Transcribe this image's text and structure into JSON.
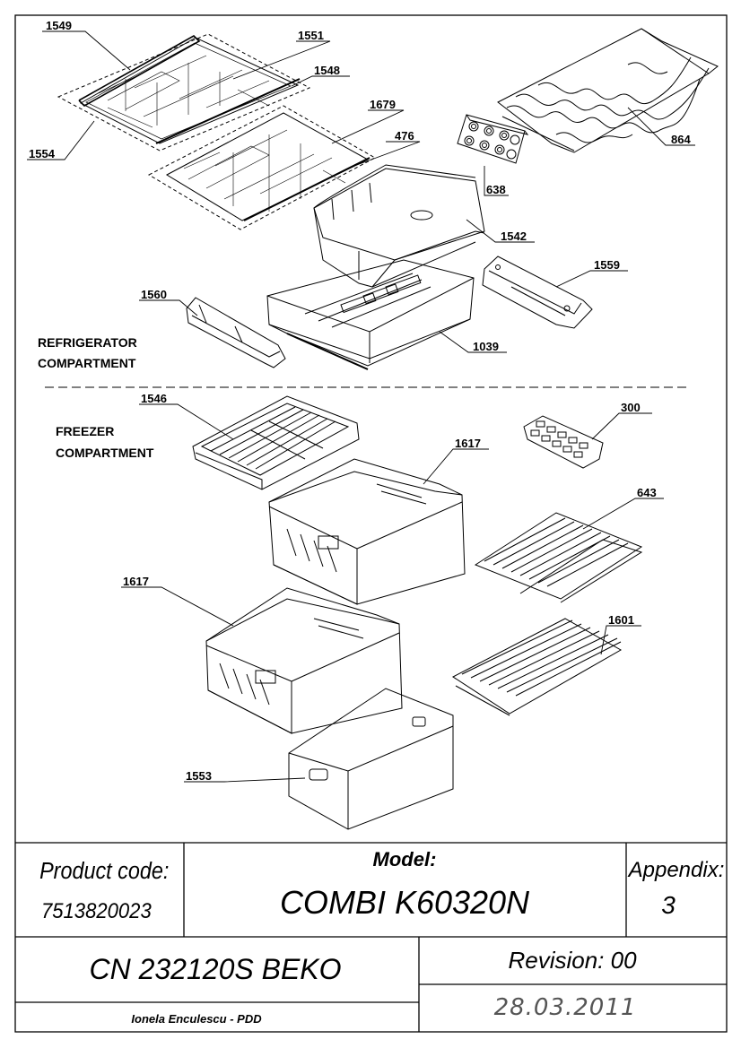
{
  "sections": {
    "refrigerator": [
      "REFRIGERATOR",
      "COMPARTMENT"
    ],
    "freezer": [
      "FREEZER",
      "COMPARTMENT"
    ]
  },
  "parts": {
    "p1549": "1549",
    "p1551": "1551",
    "p1548": "1548",
    "p1554": "1554",
    "p1679": "1679",
    "p476": "476",
    "p864": "864",
    "p638": "638",
    "p1542": "1542",
    "p1559": "1559",
    "p1560": "1560",
    "p1039": "1039",
    "p1546": "1546",
    "p300": "300",
    "p1617a": "1617",
    "p643": "643",
    "p1617b": "1617",
    "p1601": "1601",
    "p1553": "1553"
  },
  "title_block": {
    "product_code_label": "Product code:",
    "product_code_value": "7513820023",
    "model_label": "Model:",
    "model_value": "COMBI K60320N",
    "appendix_label": "Appendix:",
    "appendix_value": "3",
    "cn": "CN 232120S BEKO",
    "revision": "Revision: 00",
    "author": "Ionela Enculescu - PDD",
    "date": "28.03.2011"
  }
}
